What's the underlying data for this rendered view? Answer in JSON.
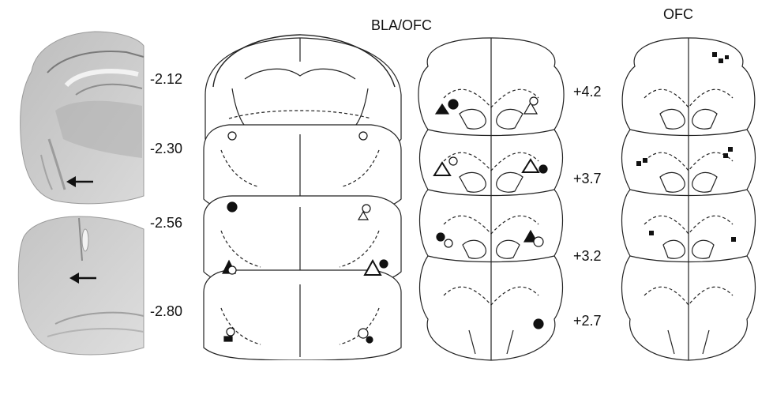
{
  "panel_titles": {
    "bla_ofc": "BLA/OFC",
    "ofc": "OFC"
  },
  "bla_levels": [
    "-2.12",
    "-2.30",
    "-2.56",
    "-2.80"
  ],
  "ofc_levels": [
    "+4.2",
    "+3.7",
    "+3.2",
    "+2.7"
  ],
  "photo_icons": [
    "arrow-icon",
    "arrow-icon"
  ],
  "colors": {
    "ink": "#111111",
    "photo_light": "#cfcfcf",
    "photo_dark": "#8a8a8a"
  }
}
